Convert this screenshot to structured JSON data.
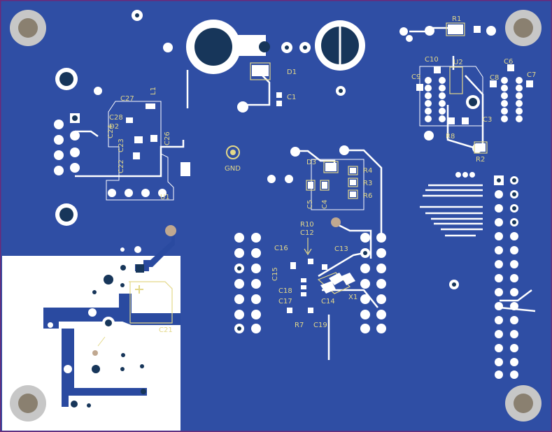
{
  "board": {
    "colors": {
      "copper_pour": "#2f4ea4",
      "trace": "#2a4aa0",
      "keepout": "#ffffff",
      "silkscreen": "#e3d889",
      "outline": "#6a2a7a",
      "via_ring": "#ffffff",
      "pad_fill": "#c8c8c8",
      "hole": "#17365a",
      "mount_hole": "#8a8070"
    }
  },
  "labels": {
    "r1": "R1",
    "u2": "U2",
    "c10": "C10",
    "c9": "C9",
    "c6": "C6",
    "c8": "C8",
    "c7": "C7",
    "c3": "C3",
    "r8": "R8",
    "r2": "R2",
    "d1": "D1",
    "c1": "C1",
    "c27": "C27",
    "l1": "L1",
    "c28": "C28",
    "d2": "D2",
    "c23": "C23",
    "c22": "C22",
    "c24": "C24",
    "c26": "C26",
    "u1": "U1",
    "gnd": "GND",
    "d3": "D3",
    "r4": "R4",
    "r3": "R3",
    "r6": "R6",
    "c5": "C5",
    "c4": "C4",
    "r10": "R10",
    "c12": "C12",
    "c16": "C16",
    "c13": "C13",
    "c15": "C15",
    "c18": "C18",
    "c17": "C17",
    "c14": "C14",
    "x1": "X1",
    "r7": "R7",
    "c19": "C19",
    "c21": "C21"
  }
}
